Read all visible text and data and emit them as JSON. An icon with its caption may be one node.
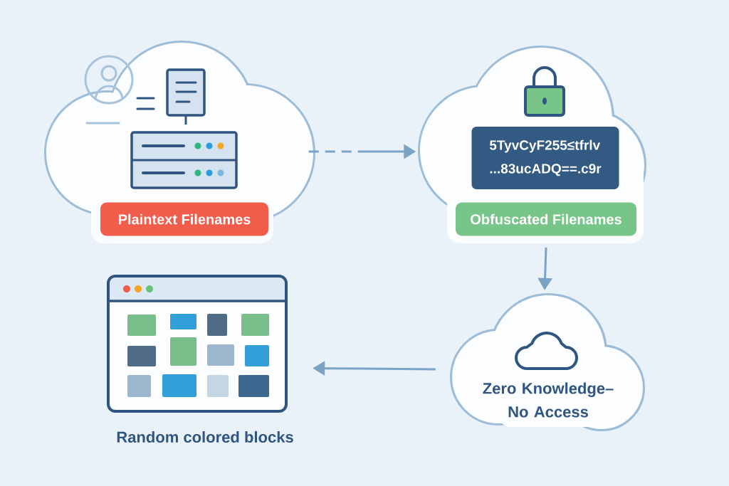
{
  "diagram": {
    "nodes": [
      {
        "text": [],
        "shape": "cloud"
      },
      {
        "text": [
          "Plaintext Filenames"
        ],
        "in": 0
      },
      {
        "text": [],
        "shape": "cloud"
      },
      {
        "text": [
          "5TyvCyF255≤tfrlv",
          "...83ucADQ==.c9r"
        ],
        "in": 2
      },
      {
        "text": [
          "Obfuscated Filenames"
        ],
        "in": 2
      },
      {
        "text": [
          "Zero Knowledge– No Access"
        ]
      },
      {
        "text": [
          "Random colored blocks"
        ]
      }
    ],
    "edges": [
      {
        "from": 0,
        "to": 2,
        "arrow": "to",
        "style": "dashed"
      },
      {
        "from": 4,
        "to": 5,
        "arrow": "to"
      },
      {
        "from": 5,
        "to": 6,
        "arrow": "to"
      }
    ]
  }
}
